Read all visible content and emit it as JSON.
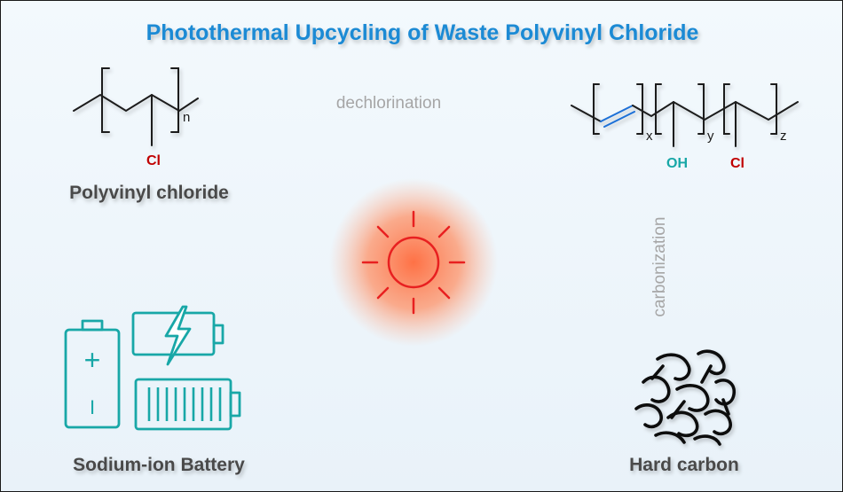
{
  "title": "Photothermal Upcycling of Waste Polyvinyl Chloride",
  "pvc": {
    "label": "Polyvinyl chloride",
    "substituent": "Cl",
    "repeat_subscript": "n"
  },
  "dechlorinated_polymer": {
    "substituent_oh": "OH",
    "substituent_cl": "Cl",
    "subscript_x": "x",
    "subscript_y": "y",
    "subscript_z": "z"
  },
  "steps": {
    "dechlorination": "dechlorination",
    "carbonization": "carbonization"
  },
  "hard_carbon": {
    "label": "Hard carbon"
  },
  "battery": {
    "label": "Sodium-ion Battery",
    "plus_sign": "+",
    "minus_sign": "I"
  },
  "colors": {
    "title": "#1a8ad4",
    "label": "#4a4a4a",
    "step": "#a6a6a6",
    "chlorine": "#c00000",
    "hydroxyl": "#18a7a7",
    "double_bond": "#1f6fd6",
    "sun": "#e82020",
    "battery": "#18a7a7"
  },
  "icons": [
    "sun-icon",
    "battery-icon",
    "charging-battery-icon",
    "full-battery-icon",
    "hard-carbon-icon"
  ]
}
